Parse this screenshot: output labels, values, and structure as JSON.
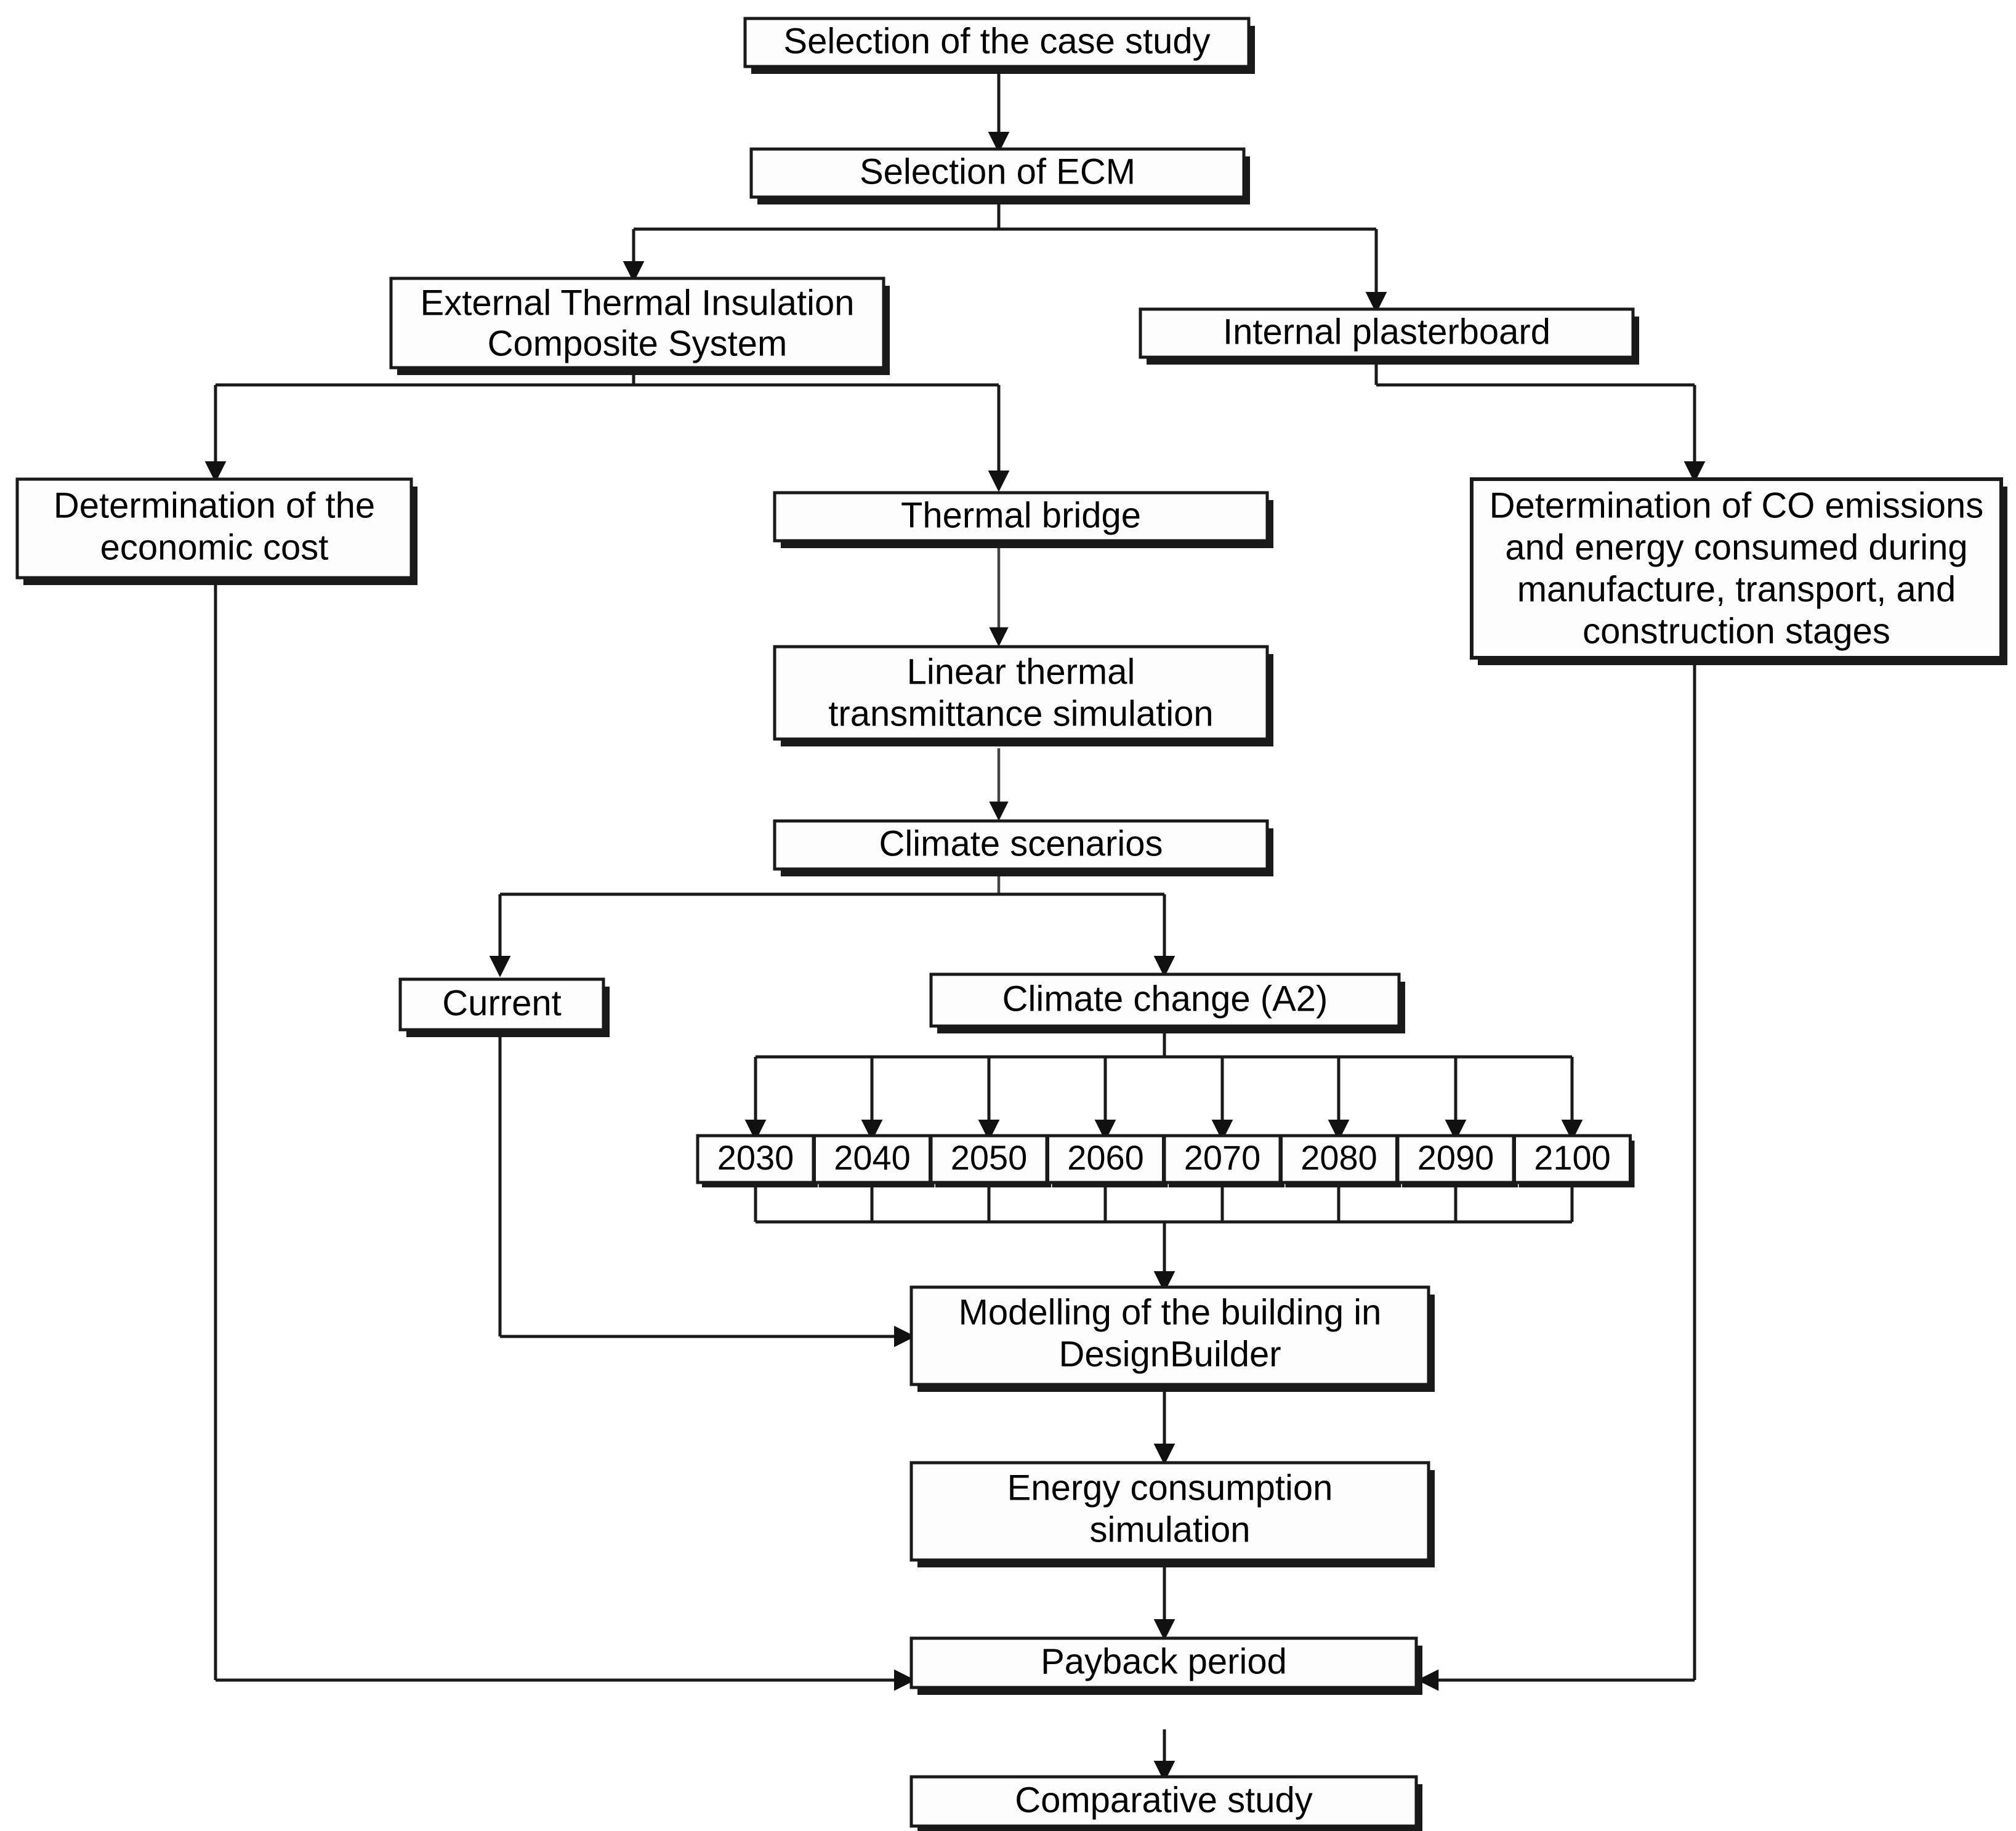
{
  "diagram": {
    "title": "Methodology flowchart",
    "type": "flowchart",
    "background_color": "#ffffff",
    "line_color": "#1a1a1a",
    "box_fill": "#fdfdfd"
  },
  "nodes": {
    "case_study": "Selection of the case study",
    "ecm": "Selection of ECM",
    "etics_line1": "External Thermal Insulation",
    "etics_line2": "Composite System",
    "plasterboard": "Internal plasterboard",
    "economic_line1": "Determination of the",
    "economic_line2": "economic cost",
    "thermal_bridge": "Thermal bridge",
    "co2_line1": "Determination of CO emissions",
    "co2_line2": "and energy consumed during",
    "co2_line3": "manufacture, transport, and",
    "co2_line4": "construction stages",
    "linear_line1": "Linear thermal",
    "linear_line2": "transmittance simulation",
    "climate_scenarios": "Climate scenarios",
    "current": "Current",
    "climate_change": "Climate change (A2)",
    "modelling_line1": "Modelling of the building in",
    "modelling_line2": "DesignBuilder",
    "energy_line1": "Energy consumption",
    "energy_line2": "simulation",
    "payback": "Payback period",
    "comparative": "Comparative study"
  },
  "years": [
    "2030",
    "2040",
    "2050",
    "2060",
    "2070",
    "2080",
    "2090",
    "2100"
  ]
}
